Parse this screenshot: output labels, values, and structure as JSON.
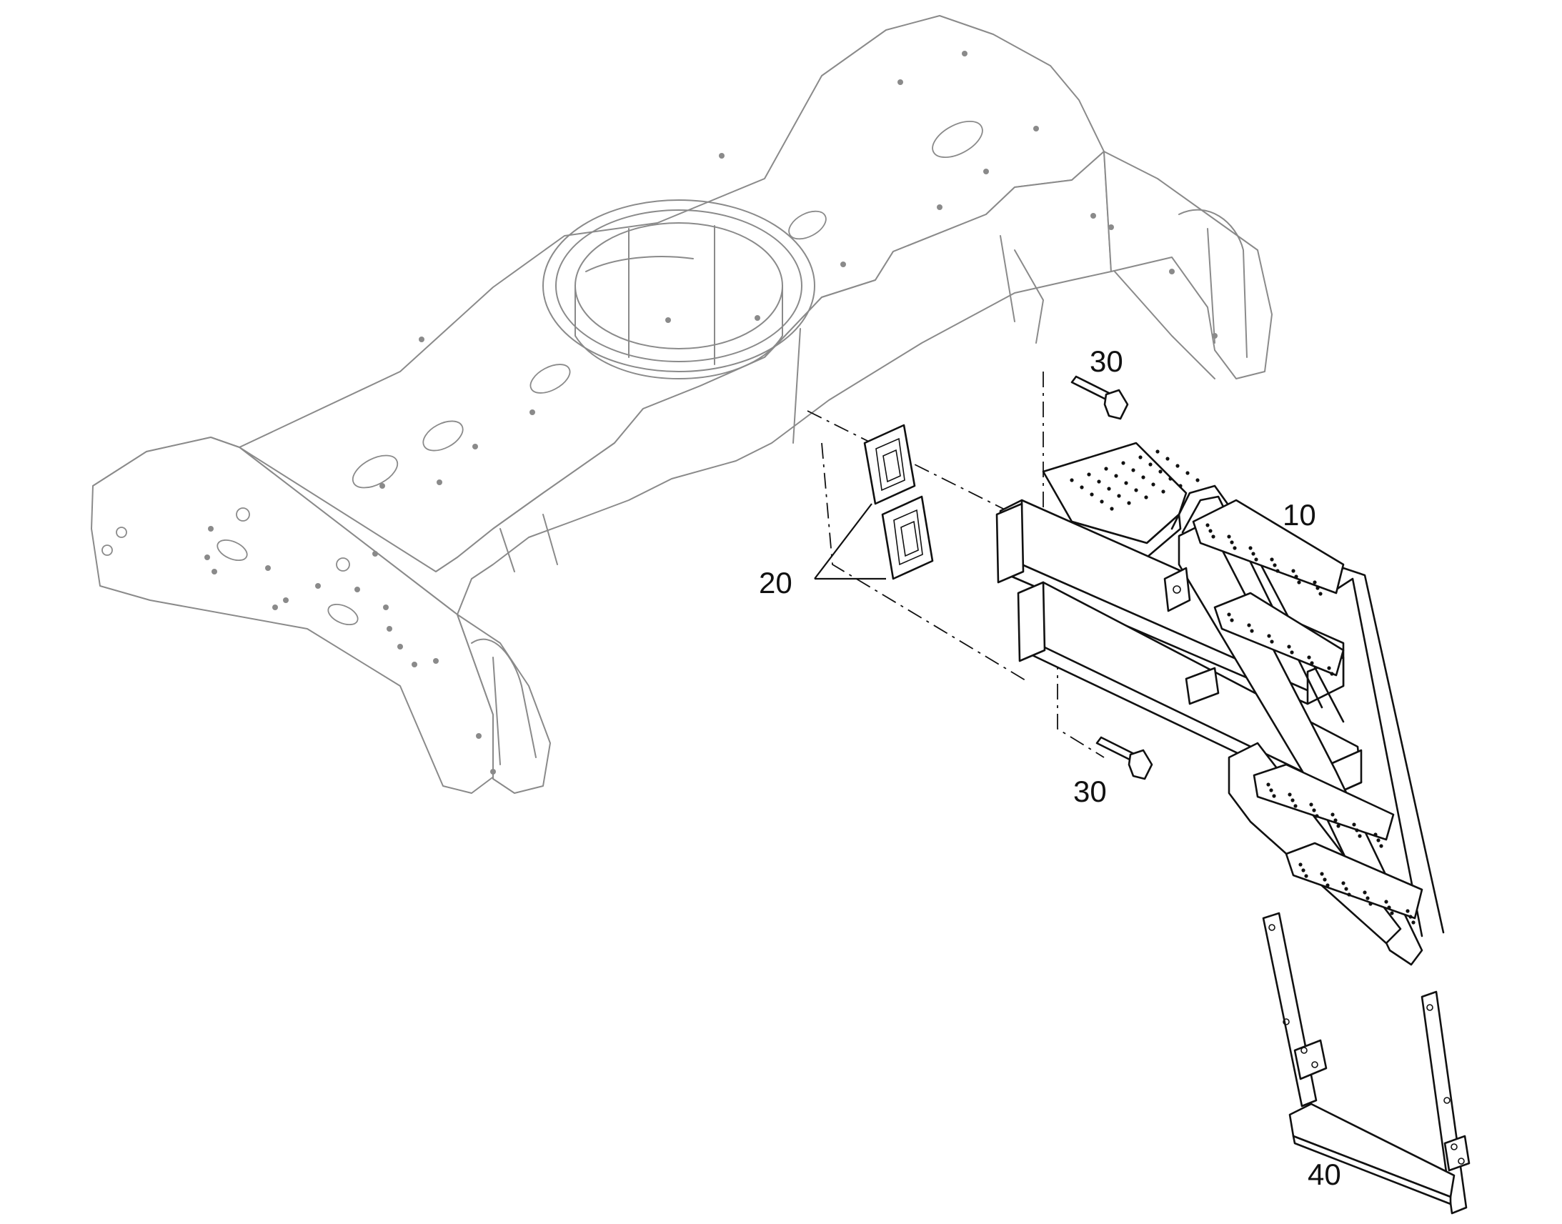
{
  "callouts": {
    "stair_assembly": "10",
    "spacer_plates": "20",
    "bolt_upper": "30",
    "bolt_lower": "30",
    "lower_step": "40"
  },
  "colors": {
    "frame_line": "#8a8a8a",
    "part_line": "#111111",
    "background": "#ffffff"
  }
}
